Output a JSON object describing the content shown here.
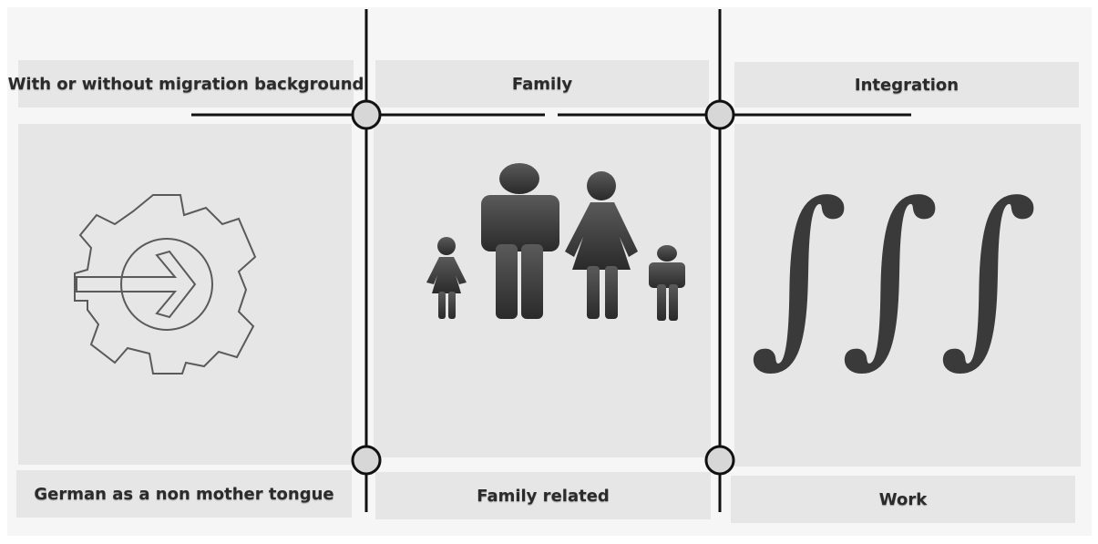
{
  "columns": [
    {
      "header": "With or without migration background",
      "footer": "German as a non mother tongue",
      "icon": "gear-arrow-icon"
    },
    {
      "header": "Family",
      "footer": "Family related",
      "icon": "family-icon"
    },
    {
      "header": "Integration",
      "footer": "Work",
      "icon": "integral-symbols-icon"
    }
  ],
  "integral_glyph": "∫"
}
